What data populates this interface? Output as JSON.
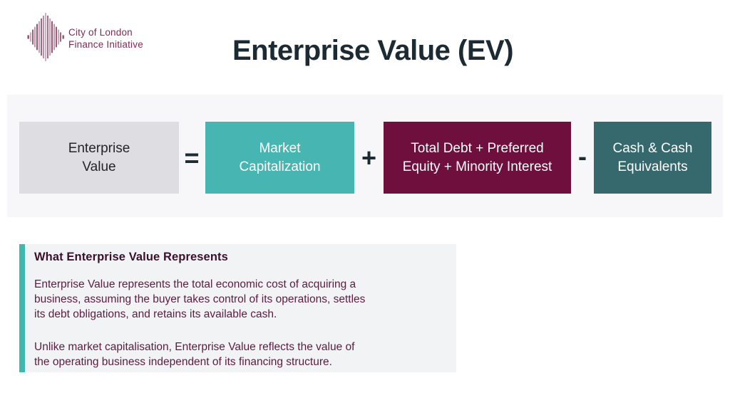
{
  "logo": {
    "org_line1": "City of London",
    "org_line2": "Finance Initiative"
  },
  "title": "Enterprise Value (EV)",
  "formula": {
    "ev_box": {
      "line1": "Enterprise",
      "line2": "Value"
    },
    "equals": "=",
    "market_cap_box": {
      "line1": "Market",
      "line2": "Capitalization"
    },
    "plus": "+",
    "debt_box": {
      "line1": "Total Debt + Preferred",
      "line2": "Equity + Minority Interest"
    },
    "minus": "-",
    "cash_box": {
      "line1": "Cash & Cash",
      "line2": "Equivalents"
    }
  },
  "panel": {
    "heading": "What Enterprise Value Represents",
    "para1_line1": "Enterprise Value represents the total economic cost of acquiring a",
    "para1_line2": "business, assuming the buyer takes control of its operations, settles",
    "para1_line3": "its debt obligations, and retains its available cash.",
    "para2_line1": "Unlike market capitalisation, Enterprise Value reflects the value of",
    "para2_line2": "the operating business independent of its financing structure."
  },
  "colors": {
    "title_ink": "#1C2B33",
    "band_bg": "#F7F6F8",
    "ev_box_bg": "#DEDDE2",
    "ev_box_ink": "#23252B",
    "teal": "#47B5B2",
    "maroon": "#6E0F3E",
    "slate_teal": "#35696D",
    "box_text": "#FFFFFF",
    "operator_ink": "#1D2B32",
    "panel_bg": "#F2F3F5",
    "panel_accent": "#3FB8B0",
    "heading_ink": "#3A102D",
    "body_ink": "#5A1C40",
    "logo_maroon": "#7D2B52"
  }
}
